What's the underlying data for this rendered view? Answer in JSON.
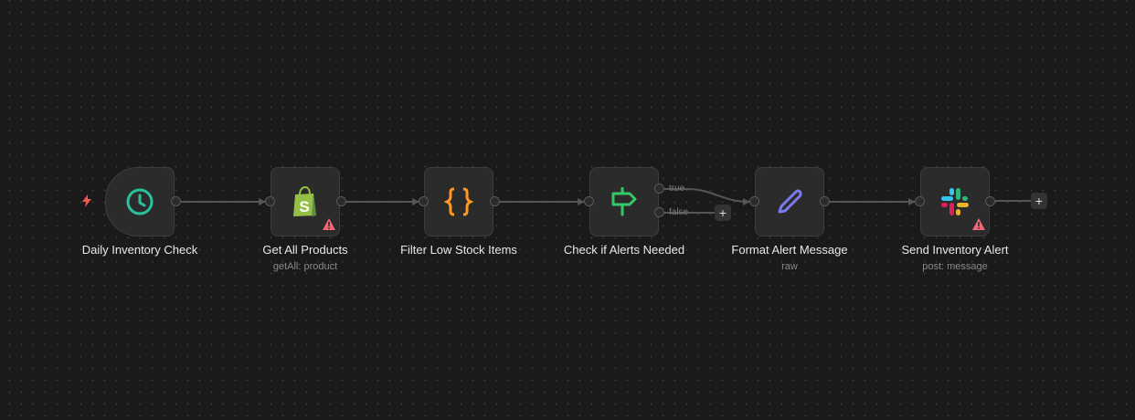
{
  "canvas": {
    "background": "#1a1a1a",
    "dot_color": "#3a3a3a"
  },
  "nodes": [
    {
      "id": "daily-inventory-check",
      "label": "Daily Inventory Check",
      "subtitle": "",
      "icon": "clock-icon",
      "icon_color": "#29c29c",
      "trigger": true,
      "warning": false
    },
    {
      "id": "get-all-products",
      "label": "Get All Products",
      "subtitle": "getAll: product",
      "icon": "shopify-icon",
      "icon_color": "#95bf47",
      "trigger": false,
      "warning": true
    },
    {
      "id": "filter-low-stock-items",
      "label": "Filter Low Stock Items",
      "subtitle": "",
      "icon": "code-braces-icon",
      "icon_color": "#ff9922",
      "trigger": false,
      "warning": false
    },
    {
      "id": "check-if-alerts-needed",
      "label": "Check if Alerts Needed",
      "subtitle": "",
      "icon": "signpost-icon",
      "icon_color": "#35c86a",
      "trigger": false,
      "warning": false
    },
    {
      "id": "format-alert-message",
      "label": "Format Alert Message",
      "subtitle": "raw",
      "icon": "pen-icon",
      "icon_color": "#7b7bf0",
      "trigger": false,
      "warning": false
    },
    {
      "id": "send-inventory-alert",
      "label": "Send Inventory Alert",
      "subtitle": "post: message",
      "icon": "slack-icon",
      "icon_color": "#e01e5a",
      "trigger": false,
      "warning": true
    }
  ],
  "branches": {
    "true_label": "true",
    "false_label": "false"
  },
  "add_button_label": "+",
  "colors": {
    "warning": "#ef6874",
    "trigger_bolt": "#ef5b4f",
    "edge": "#555555"
  }
}
